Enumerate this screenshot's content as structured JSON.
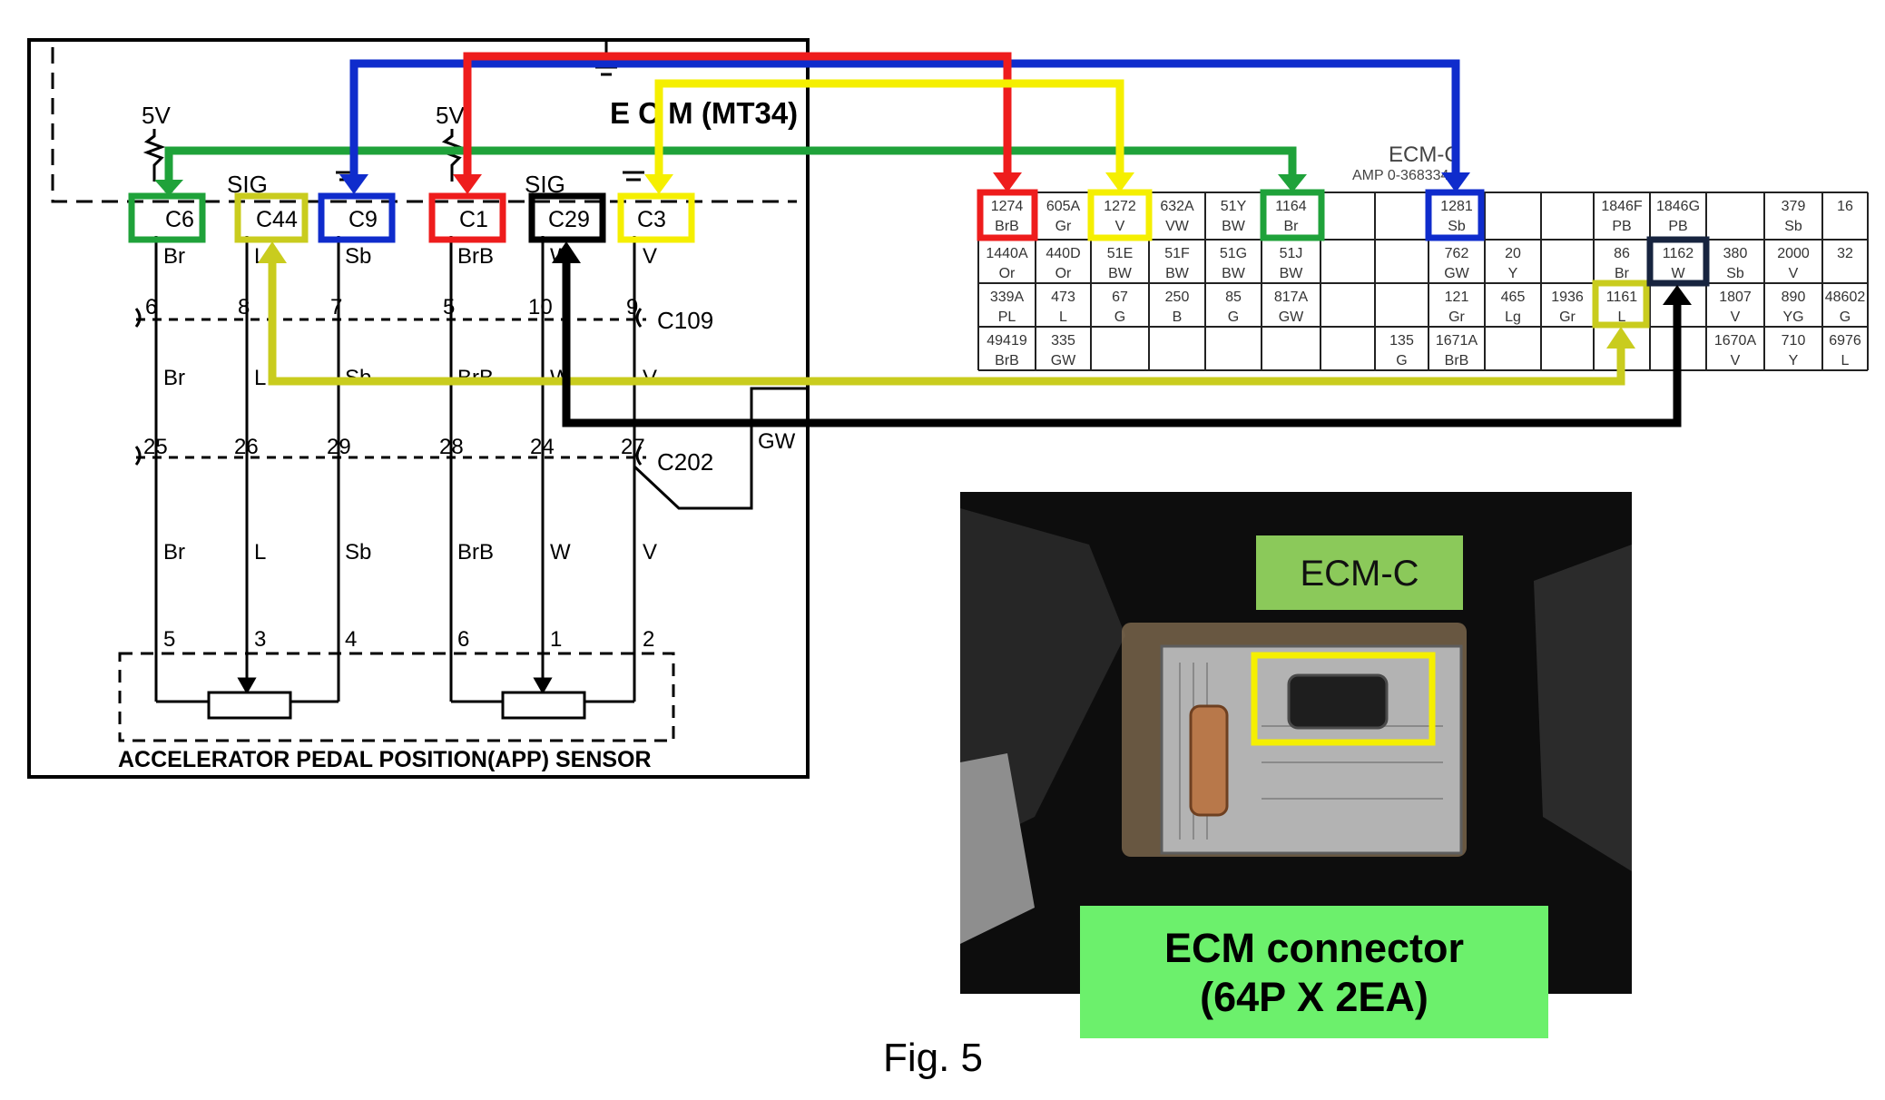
{
  "figure": {
    "caption": "Fig. 5"
  },
  "schematic": {
    "ecm_title": "E C M (MT34)",
    "sensor_label": "ACCELERATOR PEDAL POSITION(APP) SENSOR",
    "voltage_labels": [
      "5V",
      "5V"
    ],
    "sig_labels": [
      "SIG",
      "SIG"
    ],
    "pins": [
      {
        "id": "C6",
        "wire": "Br"
      },
      {
        "id": "C44",
        "wire": "L"
      },
      {
        "id": "C9",
        "wire": "Sb"
      },
      {
        "id": "C1",
        "wire": "BrB"
      },
      {
        "id": "C29",
        "wire": "W"
      },
      {
        "id": "C3",
        "wire": "V"
      }
    ],
    "c109": {
      "label": "C109",
      "pins": [
        "6",
        "8",
        "7",
        "5",
        "10",
        "9"
      ],
      "wires": [
        "Br",
        "L",
        "Sb",
        "BrB",
        "W",
        "V"
      ]
    },
    "c202": {
      "label": "C202",
      "pins": [
        "25",
        "26",
        "29",
        "28",
        "24",
        "27"
      ],
      "wires": [
        "Br",
        "L",
        "Sb",
        "BrB",
        "W",
        "V"
      ],
      "shield_wire": "GW"
    },
    "sensor_pins": [
      "5",
      "3",
      "4",
      "6",
      "1",
      "2"
    ]
  },
  "connector_table": {
    "title": "ECM-C",
    "part_number": "AMP 0-368334-1",
    "rows": [
      [
        [
          "1274",
          "BrB"
        ],
        [
          "605A",
          "Gr"
        ],
        [
          "1272",
          "V"
        ],
        [
          "632A",
          "VW"
        ],
        [
          "51Y",
          "BW"
        ],
        [
          "1164",
          "Br"
        ],
        [
          "",
          ""
        ],
        [
          "",
          ""
        ],
        [
          "1281",
          "Sb"
        ],
        [
          "",
          ""
        ],
        [
          "",
          ""
        ],
        [
          "1846F",
          "PB"
        ],
        [
          "1846G",
          "PB"
        ],
        [
          "",
          ""
        ],
        [
          "379",
          "Sb"
        ],
        [
          "16",
          ""
        ]
      ],
      [
        [
          "1440A",
          "Or"
        ],
        [
          "440D",
          "Or"
        ],
        [
          "51E",
          "BW"
        ],
        [
          "51F",
          "BW"
        ],
        [
          "51G",
          "BW"
        ],
        [
          "51J",
          "BW"
        ],
        [
          "",
          ""
        ],
        [
          "",
          ""
        ],
        [
          "762",
          "GW"
        ],
        [
          "20",
          "Y"
        ],
        [
          "",
          ""
        ],
        [
          "86",
          "Br"
        ],
        [
          "1162",
          "W"
        ],
        [
          "380",
          "Sb"
        ],
        [
          "2000",
          "V"
        ],
        [
          "32",
          ""
        ]
      ],
      [
        [
          "339A",
          "PL"
        ],
        [
          "473",
          "L"
        ],
        [
          "67",
          "G"
        ],
        [
          "250",
          "B"
        ],
        [
          "85",
          "G"
        ],
        [
          "817A",
          "GW"
        ],
        [
          "",
          ""
        ],
        [
          "",
          ""
        ],
        [
          "121",
          "Gr"
        ],
        [
          "465",
          "Lg"
        ],
        [
          "1936",
          "Gr"
        ],
        [
          "1161",
          "L"
        ],
        [
          "",
          ""
        ],
        [
          "1807",
          "V"
        ],
        [
          "890",
          "YG"
        ],
        [
          "48602",
          "G"
        ]
      ],
      [
        [
          "49419",
          "BrB"
        ],
        [
          "335",
          "GW"
        ],
        [
          "",
          ""
        ],
        [
          "",
          ""
        ],
        [
          "",
          ""
        ],
        [
          "",
          ""
        ],
        [
          "",
          ""
        ],
        [
          "135",
          "G"
        ],
        [
          "1671A",
          "BrB"
        ],
        [
          "",
          ""
        ],
        [
          "",
          ""
        ],
        [
          "",
          ""
        ],
        [
          "",
          ""
        ],
        [
          "1670A",
          "V"
        ],
        [
          "710",
          "Y"
        ],
        [
          "6976",
          "L"
        ]
      ]
    ]
  },
  "photo": {
    "unit_label": "ECM-C",
    "callout_line1": "ECM connector",
    "callout_line2": "(64P X 2EA)"
  },
  "colors": {
    "green": "#1fa23a",
    "yellow_bright": "#f5ef00",
    "yellow_olive": "#c9cc1e",
    "red": "#ee1c1c",
    "blue": "#0f2ccc",
    "black": "#000000",
    "navy": "#17243f",
    "label_green": "#8bc95a",
    "callout_green": "#6cf06c"
  }
}
